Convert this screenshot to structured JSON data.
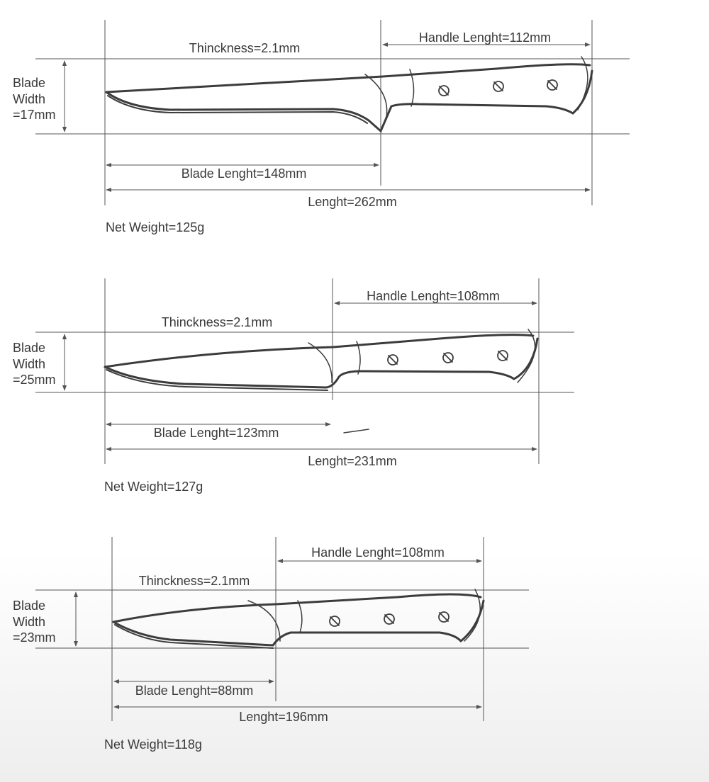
{
  "knives": [
    {
      "blade_width_label": [
        "Blade",
        "Width",
        "=17mm"
      ],
      "thickness": "Thinckness=2.1mm",
      "handle_length": "Handle Lenght=112mm",
      "blade_length": "Blade Lenght=148mm",
      "length": "Lenght=262mm",
      "net_weight": "Net Weight=125g"
    },
    {
      "blade_width_label": [
        "Blade",
        "Width",
        "=25mm"
      ],
      "thickness": "Thinckness=2.1mm",
      "handle_length": "Handle Lenght=108mm",
      "blade_length": "Blade Lenght=123mm",
      "length": "Lenght=231mm",
      "net_weight": "Net Weight=127g"
    },
    {
      "blade_width_label": [
        "Blade",
        "Width",
        "=23mm"
      ],
      "thickness": "Thinckness=2.1mm",
      "handle_length": "Handle Lenght=108mm",
      "blade_length": "Blade Lenght=88mm",
      "length": "Lenght=196mm",
      "net_weight": "Net Weight=118g"
    }
  ],
  "colors": {
    "line": "#444444",
    "sketch": "#3c3c3c"
  }
}
